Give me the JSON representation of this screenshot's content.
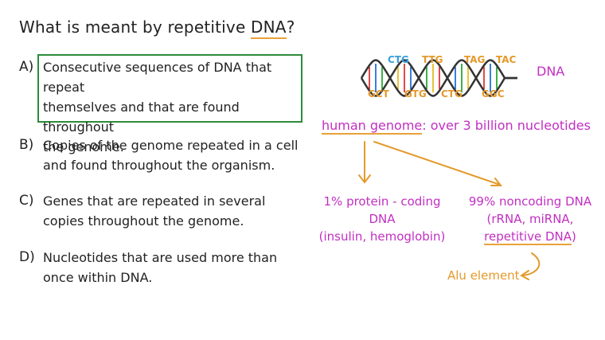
{
  "question": {
    "prefix": "What is meant by repetitive ",
    "highlight": "DNA",
    "suffix": "?"
  },
  "options": [
    {
      "letter": "A)",
      "lines": [
        "Consecutive sequences of DNA that repeat",
        "themselves and that are found throughout",
        "the genome."
      ],
      "selected": true
    },
    {
      "letter": "B)",
      "lines": [
        "Copies of the genome repeated in a cell",
        "and found throughout the organism."
      ],
      "selected": false
    },
    {
      "letter": "C)",
      "lines": [
        "Genes that are repeated in several",
        "copies throughout the genome."
      ],
      "selected": false
    },
    {
      "letter": "D)",
      "lines": [
        "Nucleotides that are used more than",
        "once within DNA."
      ],
      "selected": false
    }
  ],
  "diagram": {
    "dna_label": "DNA",
    "codons_top": [
      "CTG",
      "TTG",
      "TAG",
      "TAC"
    ],
    "codons_bottom": [
      "GCT",
      "GTG",
      "CTG",
      "GGC"
    ],
    "genome_title": "human genome",
    "genome_rest": ": over 3 billion nucleotides",
    "left_note": [
      "1% protein - coding",
      "DNA",
      "(insulin, hemoglobin)"
    ],
    "right_note_1": "99% noncoding DNA",
    "right_note_2": "(rRNA, miRNA,",
    "right_note_3a": "repetitive DNA",
    "right_note_3b": ")",
    "alu": "Alu element"
  },
  "colors": {
    "pink": "#c22fc2",
    "orange": "#e49a2b",
    "answer_box": "#2e8b3a",
    "text": "#222222"
  }
}
